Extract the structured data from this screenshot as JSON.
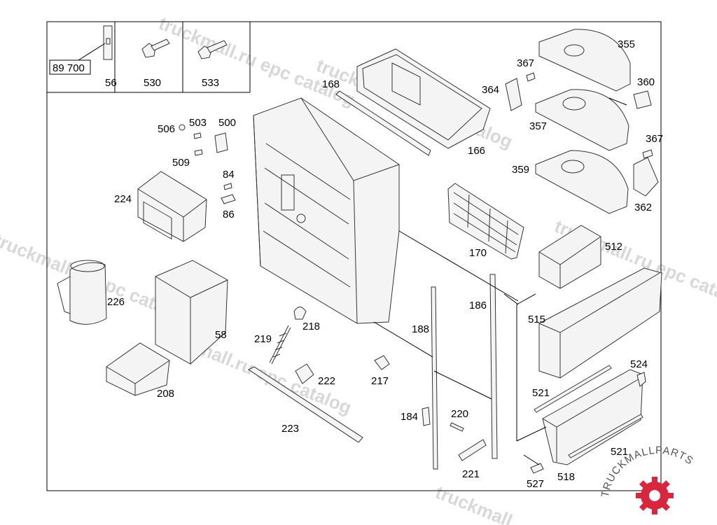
{
  "labels": {
    "p56": "56",
    "p530": "530",
    "p533": "533",
    "p89700": "89 700",
    "p168": "168",
    "p166": "166",
    "p355": "355",
    "p367a": "367",
    "p364": "364",
    "p360": "360",
    "p357": "357",
    "p367b": "367",
    "p359": "359",
    "p362": "362",
    "p506": "506",
    "p503": "503",
    "p500": "500",
    "p509": "509",
    "p84": "84",
    "p86": "86",
    "p224": "224",
    "p170": "170",
    "p512": "512",
    "p226": "226",
    "p186": "186",
    "p188": "188",
    "p218": "218",
    "p515": "515",
    "p58": "58",
    "p219": "219",
    "p222": "222",
    "p217": "217",
    "p524": "524",
    "p521a": "521",
    "p208": "208",
    "p184": "184",
    "p220": "220",
    "p223": "223",
    "p521b": "521",
    "p221": "221",
    "p527": "527",
    "p518": "518"
  },
  "watermarks": {
    "w1": "truckmall.ru epc catalog",
    "w2": "truckmall.ru epc catalog",
    "w3": "truckmall.ru epc catalog",
    "w4": "truckmall.ru epc catalog",
    "w5": "truckmall.ru epc catalog"
  },
  "brand": {
    "name": "TRUCKMALLPARTS"
  },
  "colors": {
    "logo": "#d9263f",
    "line": "#000000"
  }
}
